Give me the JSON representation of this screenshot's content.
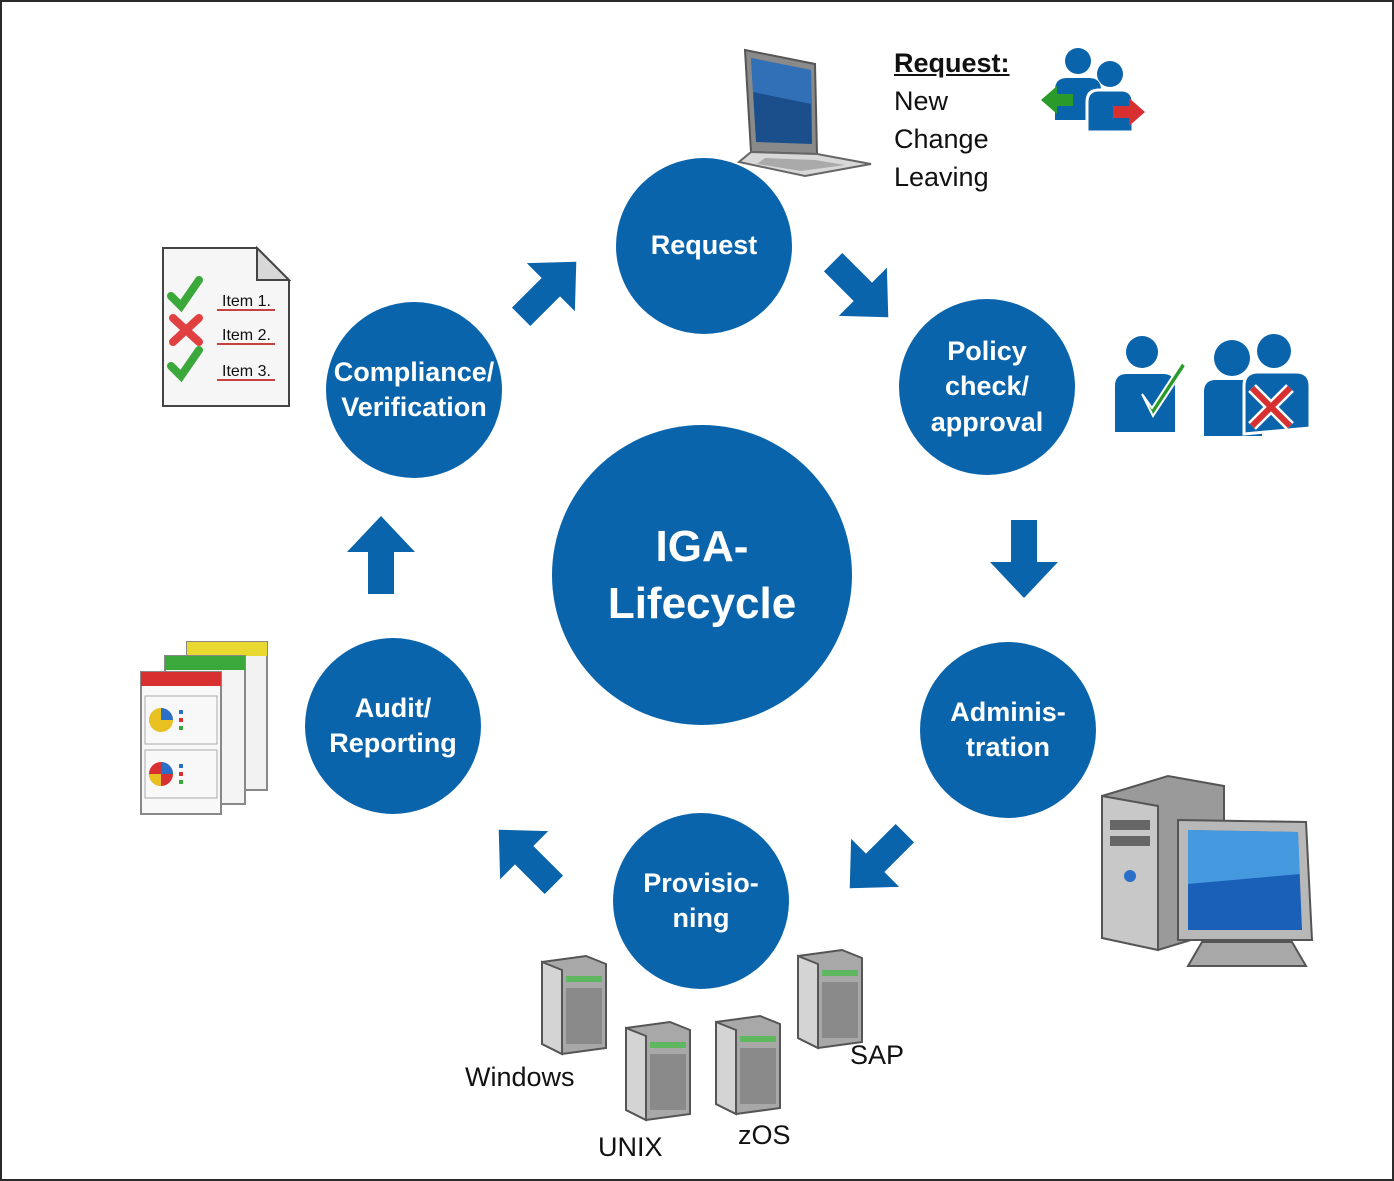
{
  "hub": {
    "label": "IGA-\nLifecycle"
  },
  "stages": {
    "request": "Request",
    "policy": "Policy\ncheck/\napproval",
    "administration": "Adminis-\ntration",
    "provisioning": "Provisio-\nning",
    "audit": "Audit/\nReporting",
    "compliance": "Compliance/\nVerification"
  },
  "request_info": {
    "heading": "Request:",
    "items": [
      "New",
      "Change",
      "Leaving"
    ]
  },
  "checklist": {
    "items": [
      "Item 1.",
      "Item 2.",
      "Item 3."
    ]
  },
  "systems": {
    "windows": "Windows",
    "unix": "UNIX",
    "zos": "zOS",
    "sap": "SAP"
  },
  "colors": {
    "primary": "#0a64ac",
    "check_green": "#3a9a2a",
    "cross_red": "#d02828",
    "text": "#111111"
  }
}
